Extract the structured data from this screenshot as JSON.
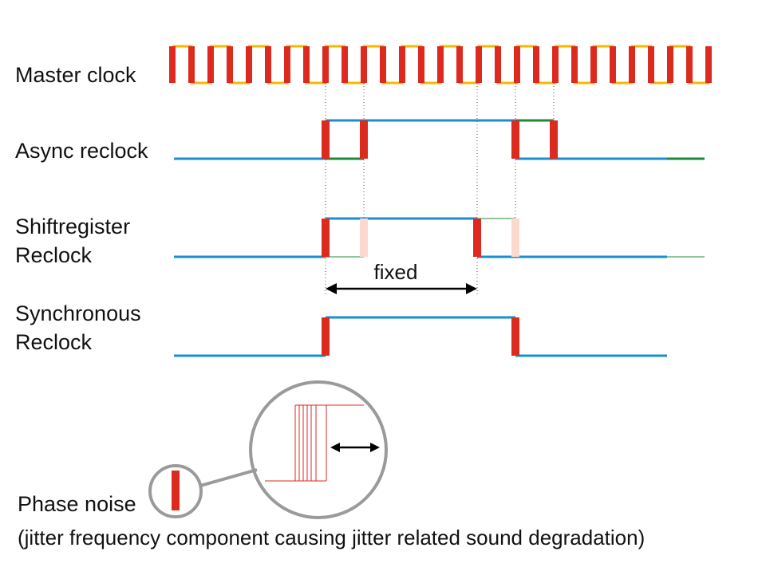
{
  "labels": {
    "master_clock": "Master clock",
    "async_reclock": "Async reclock",
    "shiftregister_line1": "Shiftregister",
    "shiftregister_line2": "Reclock",
    "synchronous_line1": "Synchronous",
    "synchronous_line2": "Reclock",
    "fixed": "fixed",
    "phase_noise": "Phase noise",
    "caption": "(jitter frequency component causing jitter related sound degradation)"
  },
  "colors": {
    "edge_red": "#dc2a1e",
    "clock_yellow": "#f5b800",
    "signal_blue": "#1a8fcf",
    "signal_green": "#1e8a3a",
    "ghost_pink": "#fbd9cf",
    "magnifier_gray": "#9a9a9a",
    "guide_gray": "#555555",
    "text": "#111111"
  }
}
